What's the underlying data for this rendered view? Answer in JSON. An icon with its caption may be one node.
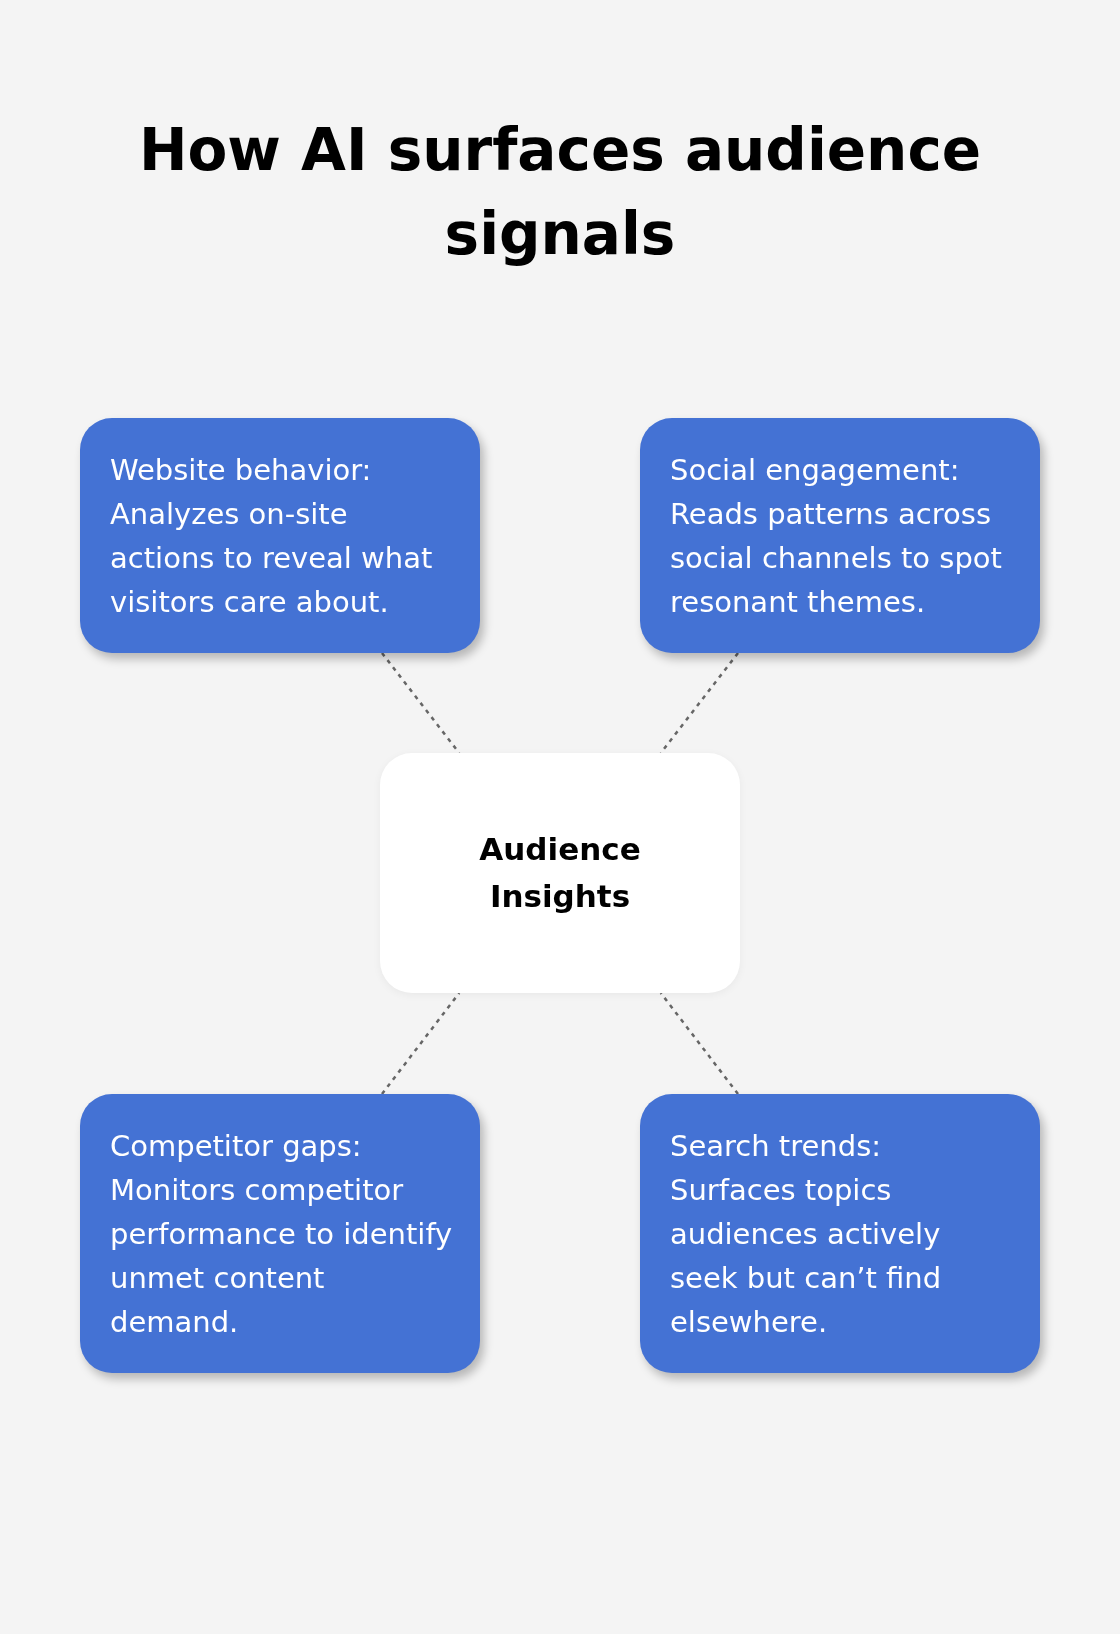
{
  "diagram": {
    "title": "How AI surfaces audience signals",
    "nodes": [
      {
        "text": [
          "Website behavior:",
          "Analyzes on-site actions to reveal what visitors care about."
        ]
      },
      {
        "text": [
          "Social engagement:",
          "Reads patterns across social channels to spot resonant themes."
        ]
      },
      {
        "text": [
          "Audience Insights"
        ]
      },
      {
        "text": [
          "Competitor gaps:",
          "Monitors competitor performance to identify unmet content demand."
        ]
      },
      {
        "text": [
          "Search trends:",
          "Surfaces topics audiences actively seek but can’t find elsewhere."
        ]
      }
    ],
    "edges": [
      {
        "from": 0,
        "to": 2,
        "arrow": "none",
        "style": "dashed"
      },
      {
        "from": 1,
        "to": 2,
        "arrow": "none",
        "style": "dashed"
      },
      {
        "from": 3,
        "to": 2,
        "arrow": "none",
        "style": "dashed"
      },
      {
        "from": 4,
        "to": 2,
        "arrow": "none",
        "style": "dashed"
      }
    ]
  }
}
